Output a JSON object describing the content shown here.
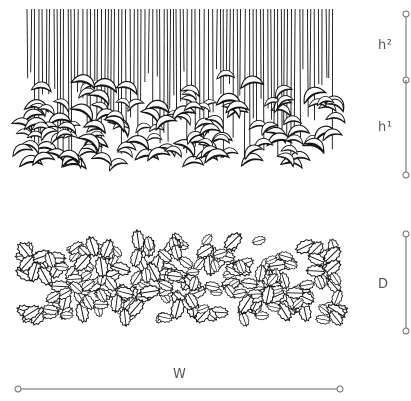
{
  "dimensions": {
    "height_upper": "h²",
    "height_lower": "h¹",
    "depth": "D",
    "width": "W"
  },
  "colors": {
    "line": "#111111",
    "dimension": "#666666",
    "background": "#ffffff"
  }
}
